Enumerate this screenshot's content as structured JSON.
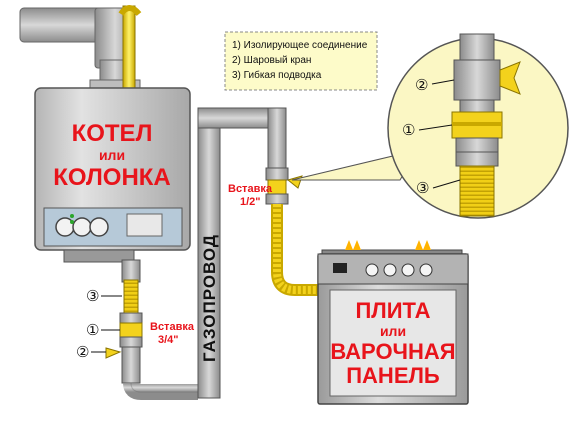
{
  "legend": {
    "items": [
      "1) Изолирующее соединение",
      "2) Шаровый кран",
      "3) Гибкая подводка"
    ]
  },
  "boiler": {
    "line1": "КОТЕЛ",
    "line2": "или",
    "line3": "КОЛОНКА"
  },
  "stove": {
    "line1": "ПЛИТА",
    "line2": "или",
    "line3": "ВАРОЧНАЯ",
    "line4": "ПАНЕЛЬ"
  },
  "pipe": {
    "label": "ГАЗОПРОВОД"
  },
  "insert_boiler": {
    "line1": "Вставка",
    "line2": "3/4\""
  },
  "insert_stove": {
    "line1": "Вставка",
    "line2": "1/2\""
  },
  "markers": {
    "one": "①",
    "two": "②",
    "three": "③"
  },
  "colors": {
    "boiler_body": "#c9c9c9",
    "gas_pipe": "#a9a9a9",
    "hose_yellow": "#f3d21c",
    "title_red": "#e8141b",
    "legend_bg": "#fdfbc9",
    "zoom_circle_bg": "#fbf7c4"
  }
}
